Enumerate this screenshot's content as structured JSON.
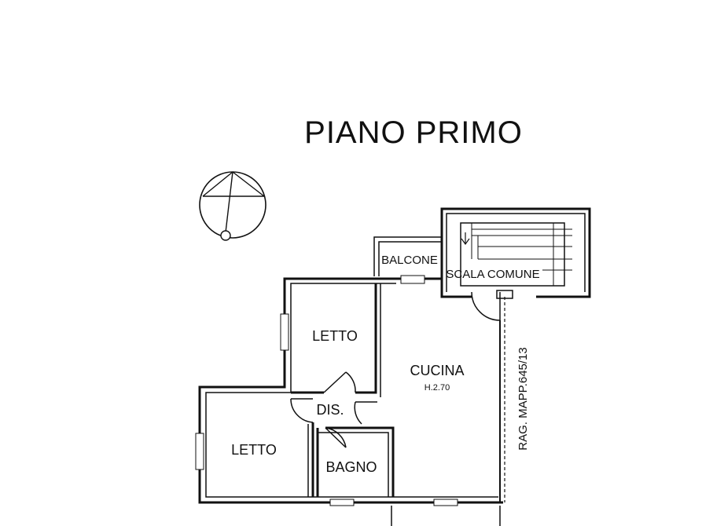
{
  "title": "PIANO PRIMO",
  "rooms": {
    "letto_upper": "LETTO",
    "letto_lower": "LETTO",
    "cucina": "CUCINA",
    "cucina_height": "H.2.70",
    "dis": "DIS.",
    "bagno": "BAGNO",
    "balcone": "BALCONE",
    "scala": "SCALA COMUNE"
  },
  "side_note": "RAG. MAPP.645/13"
}
